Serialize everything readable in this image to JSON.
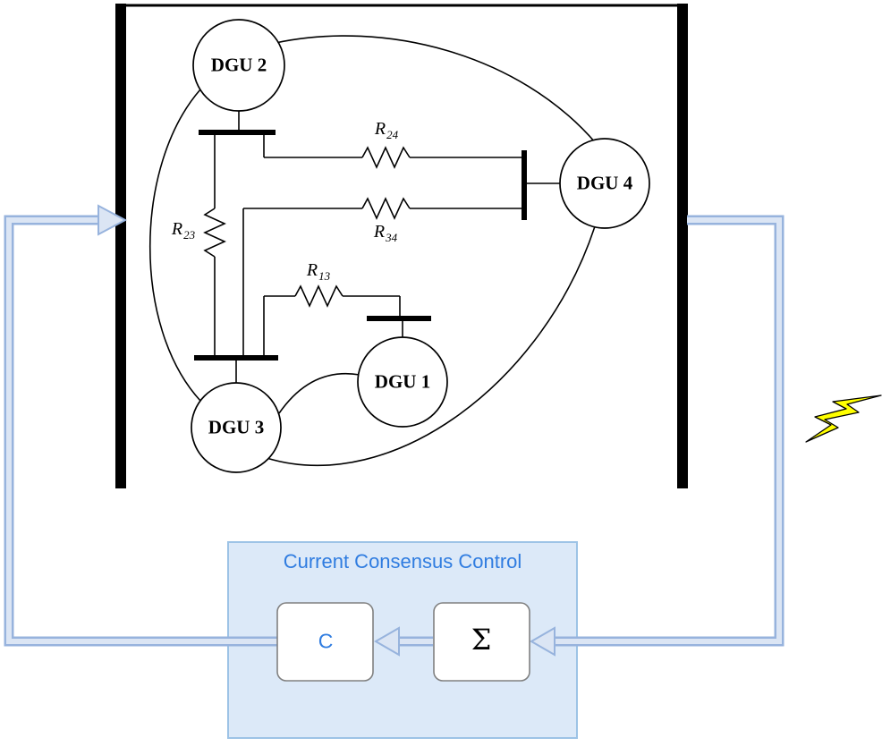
{
  "diagram": {
    "nodes": [
      {
        "id": "dgu2",
        "label": "DGU 2"
      },
      {
        "id": "dgu4",
        "label": "DGU 4"
      },
      {
        "id": "dgu1",
        "label": "DGU 1"
      },
      {
        "id": "dgu3",
        "label": "DGU 3"
      }
    ],
    "resistors": [
      {
        "id": "r24",
        "symbol": "R",
        "sub": "24"
      },
      {
        "id": "r23",
        "symbol": "R",
        "sub": "23"
      },
      {
        "id": "r34",
        "symbol": "R",
        "sub": "34"
      },
      {
        "id": "r13",
        "symbol": "R",
        "sub": "13"
      }
    ]
  },
  "control": {
    "title": "Current Consensus Control",
    "controller_label": "C",
    "sum_label": "Σ"
  },
  "icons": {
    "lightning_fault": "lightning-bolt-icon"
  },
  "colors": {
    "accent_blue": "#2f7ce0",
    "loop_border": "#97b3dd",
    "loop_fill": "#dbe5f4",
    "control_box_fill": "#dce9f8",
    "control_box_border": "#9dc3e6",
    "block_border": "#808080",
    "bolt_yellow": "#ffff00",
    "line_black": "#000000",
    "panel_white": "#ffffff"
  }
}
